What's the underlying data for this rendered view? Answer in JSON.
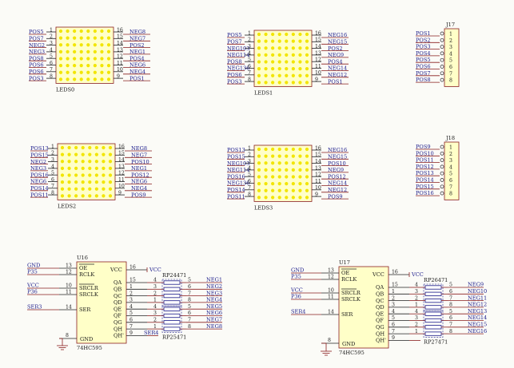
{
  "matrices": [
    {
      "designator": "LEDS0",
      "left": [
        "POS5",
        "POS7",
        "NEG2",
        "NEG3",
        "POS8",
        "POS6",
        "POS6",
        "POS3"
      ],
      "right": [
        "NEG8",
        "NEG7",
        "POS2",
        "NEG1",
        "POS4",
        "NEG6",
        "NEG4",
        "POS1"
      ]
    },
    {
      "designator": "LEDS1",
      "left": [
        "POS5",
        "POS7",
        "NEG103",
        "NEG114",
        "POS8",
        "NEG136",
        "POS6",
        "POS3"
      ],
      "right": [
        "NEG16",
        "NEG15",
        "POS2",
        "NEG9",
        "POS4",
        "NEG14",
        "NEG12",
        "POS1"
      ]
    },
    {
      "designator": "LEDS2",
      "left": [
        "POS13",
        "POS15",
        "NEG2",
        "NEG3",
        "POS16",
        "NEG6",
        "POS14",
        "POS11"
      ],
      "right": [
        "NEG8",
        "NEG7",
        "POS10",
        "NEG1",
        "POS12",
        "NEG6",
        "NEG4",
        "POS9"
      ]
    },
    {
      "designator": "LEDS3",
      "left": [
        "POS13",
        "POS15",
        "NEG103",
        "NEG114",
        "POS16",
        "NEG136",
        "POS14",
        "POS11"
      ],
      "right": [
        "NEG16",
        "NEG15",
        "POS10",
        "NEG9",
        "POS12",
        "NEG14",
        "NEG12",
        "POS9"
      ]
    }
  ],
  "left_pins": [
    "1",
    "2",
    "3",
    "4",
    "5",
    "6",
    "7",
    "8"
  ],
  "right_pins": [
    "16",
    "15",
    "14",
    "13",
    "12",
    "11",
    "10",
    "9"
  ],
  "headers": [
    {
      "designator": "J17",
      "nets": [
        "POS1",
        "POS2",
        "POS3",
        "POS4",
        "POS5",
        "POS6",
        "POS7",
        "POS8"
      ]
    },
    {
      "designator": "J18",
      "nets": [
        "POS9",
        "POS10",
        "POS11",
        "POS12",
        "POS13",
        "POS14",
        "POS15",
        "POS16"
      ]
    }
  ],
  "header_pins": [
    "1",
    "2",
    "3",
    "4",
    "5",
    "6",
    "7",
    "8"
  ],
  "shift_registers": [
    {
      "designator": "U16",
      "part": "74HC595",
      "left_nets": [
        "GND",
        "P35",
        "VCC",
        "P36",
        "SER3"
      ],
      "left_pins": [
        "13",
        "12",
        "10",
        "11",
        "14"
      ],
      "left_names": [
        "OE",
        "RCLK",
        "SRCLR",
        "SRCLK",
        "SER"
      ],
      "vcc_label": "VCC",
      "vcc_pin": "16",
      "gnd_name": "GND",
      "gnd_pin": "8",
      "q_names": [
        "QA",
        "QB",
        "QC",
        "QD",
        "QE",
        "QF",
        "QG",
        "QH",
        "QH'"
      ],
      "q_pins": [
        "15",
        "1",
        "2",
        "3",
        "4",
        "5",
        "6",
        "7",
        "9"
      ],
      "rp_top": "RP24471",
      "rp_bottom": "RP25471",
      "chain_net": "SER4",
      "out_nets": [
        "NEG1",
        "NEG2",
        "NEG3",
        "NEG4",
        "NEG5",
        "NEG6",
        "NEG7",
        "NEG8"
      ],
      "rp_in_pins": [
        "4",
        "3",
        "2",
        "1",
        "4",
        "3",
        "2",
        "1"
      ],
      "rp_out_pins": [
        "5",
        "6",
        "7",
        "8",
        "5",
        "6",
        "7",
        "8"
      ]
    },
    {
      "designator": "U17",
      "part": "74HC595",
      "left_nets": [
        "GND",
        "P35",
        "VCC",
        "P36",
        "SER4"
      ],
      "left_pins": [
        "13",
        "12",
        "10",
        "11",
        "14"
      ],
      "left_names": [
        "OE",
        "RCLK",
        "SRCLR",
        "SRCLK",
        "SER"
      ],
      "vcc_label": "VCC",
      "vcc_pin": "16",
      "gnd_name": "GND",
      "gnd_pin": "8",
      "q_names": [
        "QA",
        "QB",
        "QC",
        "QD",
        "QE",
        "QF",
        "QG",
        "QH",
        "QH'"
      ],
      "q_pins": [
        "15",
        "1",
        "2",
        "3",
        "4",
        "5",
        "6",
        "7",
        "9"
      ],
      "rp_top": "RP26471",
      "rp_bottom": "RP27471",
      "chain_net": "",
      "out_nets": [
        "NEG9",
        "NEG10",
        "NEG11",
        "NEG12",
        "NEG13",
        "NEG14",
        "NEG15",
        "NEG16"
      ],
      "rp_in_pins": [
        "4",
        "3",
        "2",
        "1",
        "4",
        "3",
        "2",
        "1"
      ],
      "rp_out_pins": [
        "5",
        "6",
        "7",
        "8",
        "5",
        "6",
        "7",
        "8"
      ]
    }
  ]
}
